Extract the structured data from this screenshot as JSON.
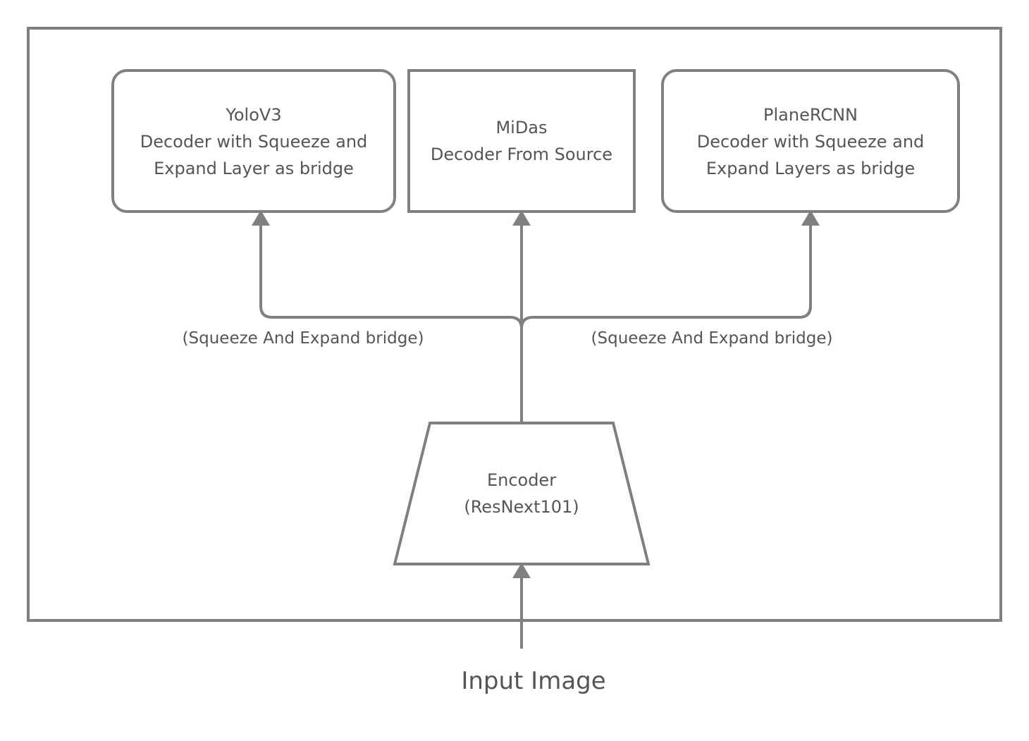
{
  "colors": {
    "stroke": "#808080",
    "text": "#555555",
    "background": "#ffffff"
  },
  "nodes": {
    "yolo": {
      "title": "YoloV3",
      "line2": "Decoder with Squeeze and",
      "line3": "Expand Layer as bridge"
    },
    "midas": {
      "title": "MiDas",
      "line2": "Decoder From Source"
    },
    "planercnn": {
      "title": "PlaneRCNN",
      "line2": "Decoder with Squeeze and",
      "line3": "Expand Layers as bridge"
    },
    "encoder": {
      "title": "Encoder",
      "line2": "(ResNext101)"
    }
  },
  "edges": {
    "left_label": "(Squeeze And Expand bridge)",
    "right_label": "(Squeeze And Expand bridge)"
  },
  "input": {
    "label": "Input Image"
  }
}
